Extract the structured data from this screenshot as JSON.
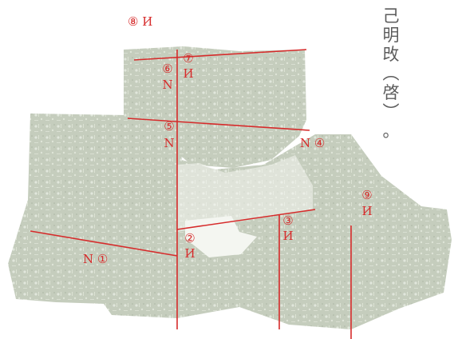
{
  "caption": {
    "chars": [
      "己",
      "明",
      "攺",
      "︵",
      "啓",
      "︶",
      "。"
    ]
  },
  "markers": [
    {
      "id": "m1",
      "number": "①",
      "glyph": "N"
    },
    {
      "id": "m2",
      "number": "②",
      "glyph": "И"
    },
    {
      "id": "m3",
      "number": "③",
      "glyph": "И"
    },
    {
      "id": "m4",
      "number": "④",
      "glyph": "N"
    },
    {
      "id": "m5",
      "number": "⑤",
      "glyph": "N"
    },
    {
      "id": "m6",
      "number": "⑥",
      "glyph": "N"
    },
    {
      "id": "m7",
      "number": "⑦",
      "glyph": "И"
    },
    {
      "id": "m8",
      "number": "⑧",
      "glyph": "И"
    },
    {
      "id": "m9",
      "number": "⑨",
      "glyph": "И"
    }
  ],
  "colors": {
    "stone": "#c5cdbd",
    "stone_dark": "#aab5a2",
    "inscription": "#e9eee3",
    "cut_line": "#d62b2b",
    "caption_text": "#5c5c5c"
  }
}
